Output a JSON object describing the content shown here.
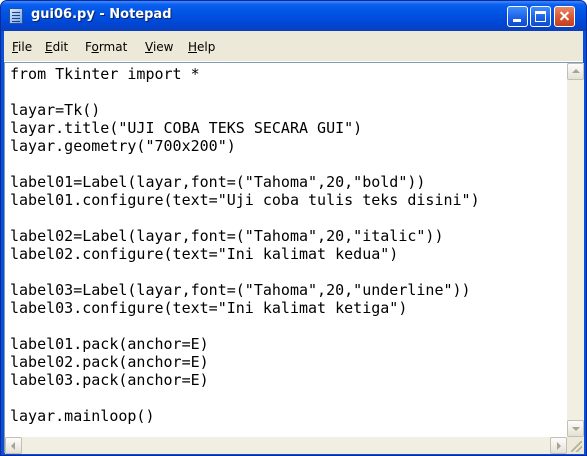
{
  "window": {
    "title": "gui06.py - Notepad"
  },
  "menu": {
    "file": {
      "accel": "F",
      "rest": "ile"
    },
    "edit": {
      "accel": "E",
      "rest": "dit"
    },
    "format": {
      "accel": "o",
      "pre": "F",
      "rest": "rmat"
    },
    "view": {
      "accel": "V",
      "rest": "iew"
    },
    "help": {
      "accel": "H",
      "rest": "elp"
    }
  },
  "editor": {
    "lines": [
      "from Tkinter import *",
      "",
      "layar=Tk()",
      "layar.title(\"UJI COBA TEKS SECARA GUI\")",
      "layar.geometry(\"700x200\")",
      "",
      "label01=Label(layar,font=(\"Tahoma\",20,\"bold\"))",
      "label01.configure(text=\"Uji coba tulis teks disini\")",
      "",
      "label02=Label(layar,font=(\"Tahoma\",20,\"italic\"))",
      "label02.configure(text=\"Ini kalimat kedua\")",
      "",
      "label03=Label(layar,font=(\"Tahoma\",20,\"underline\"))",
      "label03.configure(text=\"Ini kalimat ketiga\")",
      "",
      "label01.pack(anchor=E)",
      "label02.pack(anchor=E)",
      "label03.pack(anchor=E)",
      "",
      "layar.mainloop()"
    ]
  },
  "colors": {
    "titlebar": "#0054e3",
    "menubar": "#ece9d8",
    "editor_bg": "#ffffff",
    "close_button": "#d6532e"
  }
}
